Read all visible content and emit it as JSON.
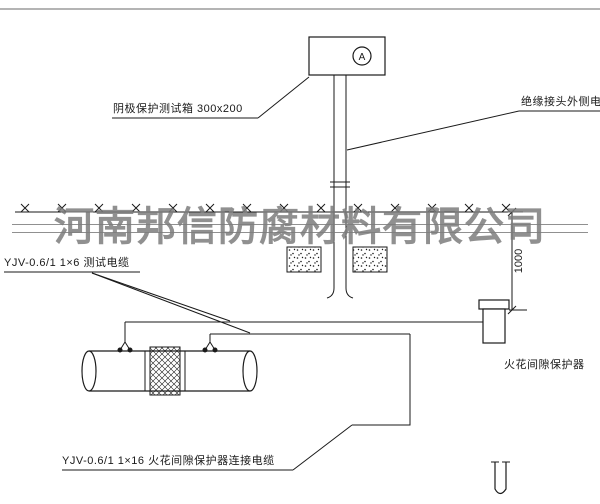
{
  "watermark": {
    "text": "河南邦信防腐材料有限公司",
    "color": "#7d7d7d"
  },
  "labels": {
    "test_box": "阴极保护测试箱 300x200",
    "outer_cable": "绝缘接头外侧电缆",
    "test_cable": "YJV-0.6/1  1×6   测试电缆",
    "spark_gap": "火花间隙保护器",
    "connection_cable": "YJV-0.6/1  1×16   火花间隙保护器连接电缆",
    "dimension_1000": "1000",
    "ammeter": "A"
  },
  "colors": {
    "line": "#1a1a1a",
    "background": "#ffffff",
    "watermark": "#7d7d7d"
  }
}
